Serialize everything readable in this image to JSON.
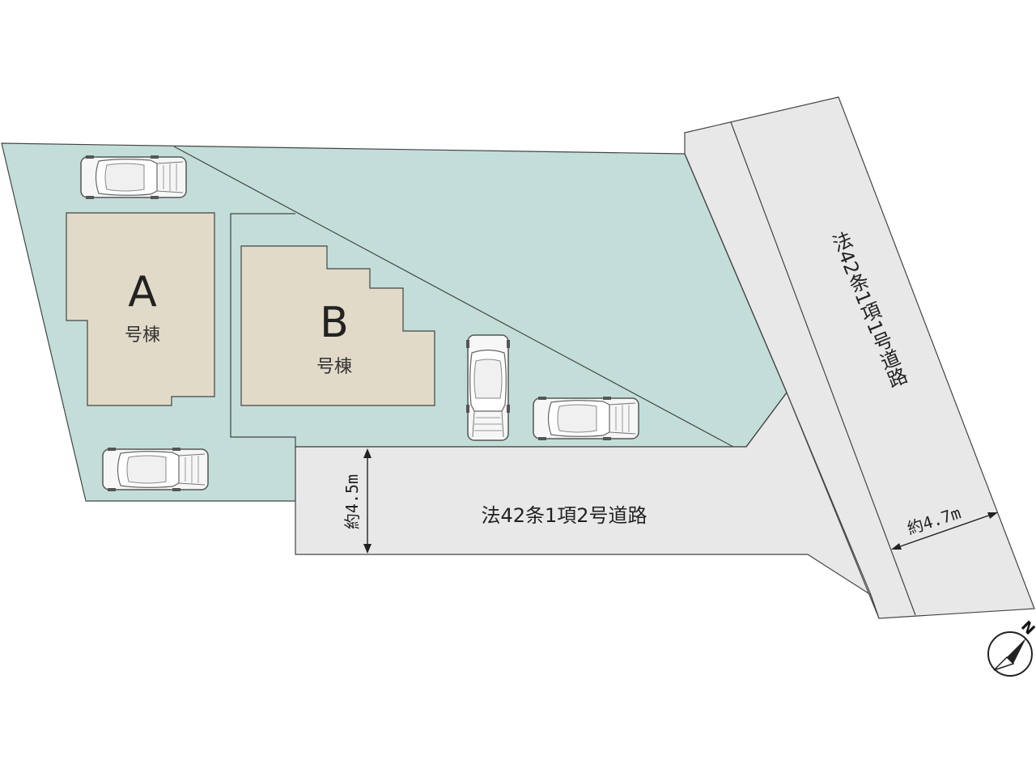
{
  "colors": {
    "lot": "#c3ded9",
    "road": "#e8e8e8",
    "building": "#e1dac8",
    "outline": "#444444"
  },
  "buildings": {
    "a": {
      "letter": "A",
      "label": "号棟"
    },
    "b": {
      "letter": "B",
      "label": "号棟"
    }
  },
  "roads": {
    "south": {
      "label": "法42条1項2号道路",
      "width_label": "約4.5m"
    },
    "east": {
      "label": "法42条1項1号道路",
      "width_label": "約4.7m"
    }
  },
  "compass": {
    "label": "N",
    "icon": "north-arrow-icon"
  },
  "icons": {
    "car": "car-icon"
  }
}
